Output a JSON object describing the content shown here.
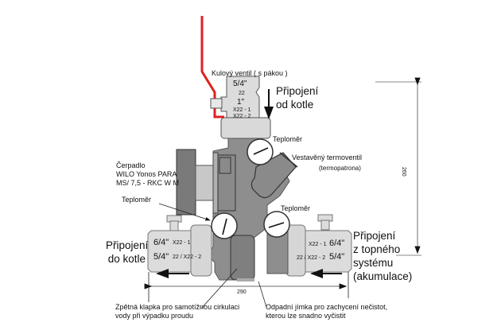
{
  "diagram": {
    "colors": {
      "body": "#8e8e8e",
      "body_dark": "#6f6f6f",
      "fitting": "#d9d9d9",
      "lever": "#e02020",
      "outline": "#444444"
    },
    "top_valve": {
      "label": "Kulový ventil ( s pákou )",
      "size_1": "5/4\"",
      "size_1_sub": "22",
      "size_2": "1\"",
      "size_2_sub_1": "X22 - 1",
      "size_2_sub_2": "X22 - 2"
    },
    "top_connection": {
      "line1": "Připojení",
      "line2": "od kotle"
    },
    "pump": {
      "line1": "Čerpadlo",
      "line2": "WILO Yonos PARA",
      "line3": "MS/ 7,5 - RKC W M"
    },
    "thermometer_labels": [
      "Teploměr",
      "Teploměr",
      "Teploměr"
    ],
    "thermovalve": {
      "line1": "Vestavěný termoventil",
      "line2": "(termopatrona)"
    },
    "left_connection": {
      "line1": "Připojení",
      "line2": "do kotle",
      "size_1": "6/4\"",
      "size_1_sub": "X22 - 1",
      "size_2": "5/4\"",
      "size_2_sub": "22 / X22 - 2"
    },
    "right_connection": {
      "line1": "Připojení",
      "line2": "z topného",
      "line3": "systému",
      "line4": "(akumulace)",
      "size_1": "6/4\"",
      "size_1_sub": "X22 - 1",
      "size_2": "5/4\"",
      "size_2_sub": "22 / X22 - 2"
    },
    "dimensions": {
      "width": "290",
      "height": "260"
    },
    "check_valve": {
      "line1": "Zpětná klapka pro samotížnou cirkulaci",
      "line2": "vody při výpadku proudu"
    },
    "drain": {
      "line1": "Odpadní jímka pro zachycení nečistot,",
      "line2": "kterou lze snadno vyčistit"
    }
  }
}
